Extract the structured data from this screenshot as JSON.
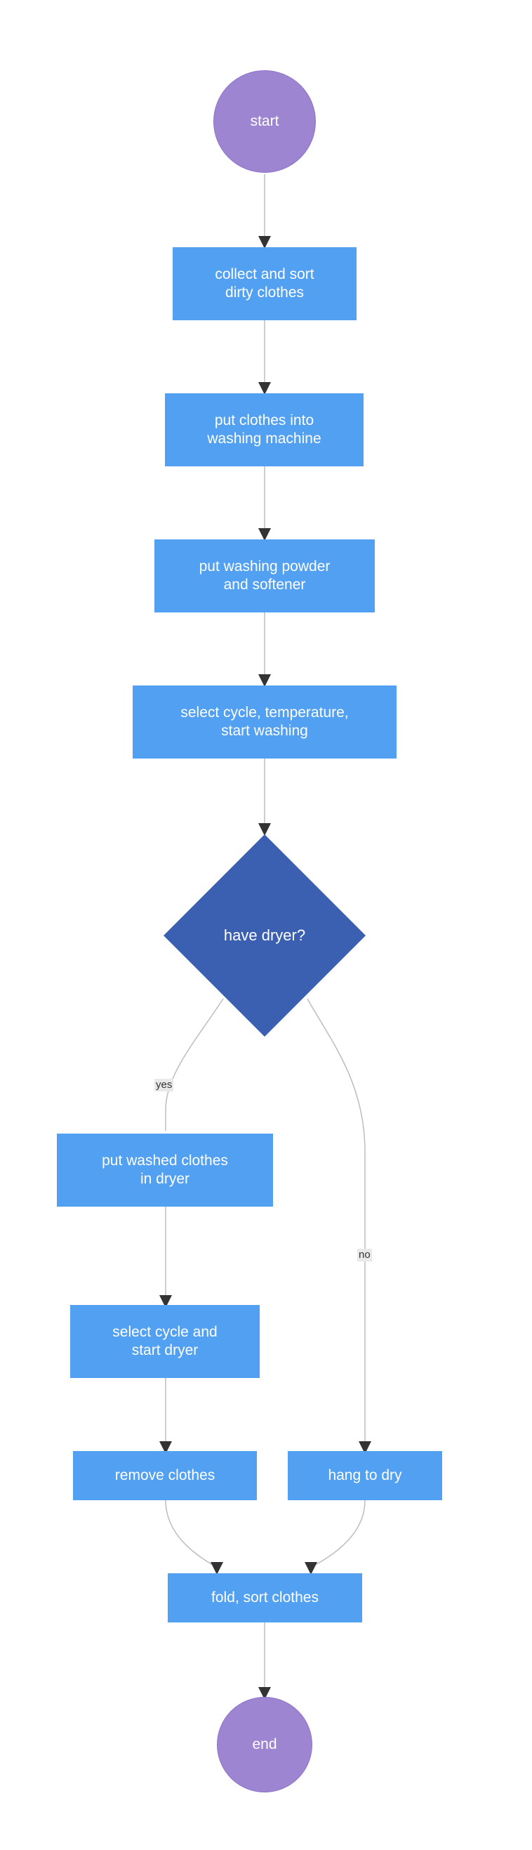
{
  "flowchart": {
    "nodes": {
      "start": "start",
      "collect": "collect and sort\ndirty clothes",
      "put_clothes": "put clothes into\nwashing machine",
      "powder": "put washing powder\nand softener",
      "select_cycle": "select cycle, temperature,\nstart washing",
      "decision": "have dryer?",
      "put_dryer": "put washed clothes\nin dryer",
      "start_dryer": "select cycle and\nstart dryer",
      "remove": "remove clothes",
      "hang": "hang to dry",
      "fold": "fold, sort clothes",
      "end": "end"
    },
    "edge_labels": {
      "yes": "yes",
      "no": "no"
    },
    "colors": {
      "process": "#52a0f1",
      "decision": "#3b60b1",
      "terminal": "#9d85d2",
      "edge": "#bdbdbd",
      "arrowhead": "#333333"
    }
  }
}
